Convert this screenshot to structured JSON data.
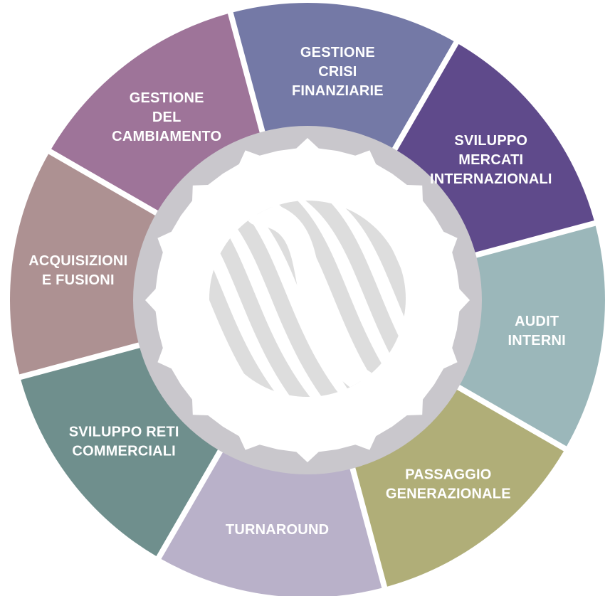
{
  "diagram": {
    "type": "service-wheel",
    "center_logo": "swirl-sphere-logo",
    "colors": {
      "text": "#ffffff",
      "gear": "#c9c7cc",
      "gear_inner": "#ffffff",
      "logo": "#dddddd",
      "separator": "#ffffff"
    },
    "segments": [
      {
        "id": "gestione-crisi-finanziarie",
        "lines": [
          "GESTIONE",
          "CRISI",
          "FINANZIARIE"
        ],
        "color": "#7479a6"
      },
      {
        "id": "sviluppo-mercati-internazionali",
        "lines": [
          "SVILUPPO",
          "MERCATI",
          "INTERNAZIONALI"
        ],
        "color": "#5f4a8b"
      },
      {
        "id": "audit-interni",
        "lines": [
          "AUDIT",
          "INTERNI"
        ],
        "color": "#9bb7ba"
      },
      {
        "id": "passaggio-generazionale",
        "lines": [
          "PASSAGGIO",
          "GENERAZIONALE"
        ],
        "color": "#b0ae78"
      },
      {
        "id": "turnaround",
        "lines": [
          "TURNAROUND"
        ],
        "color": "#b9b1c9"
      },
      {
        "id": "sviluppo-reti-commerciali",
        "lines": [
          "SVILUPPO RETI",
          "COMMERCIALI"
        ],
        "color": "#6f8f8d"
      },
      {
        "id": "acquisizioni-e-fusioni",
        "lines": [
          "ACQUISIZIONI",
          "E FUSIONI"
        ],
        "color": "#ad9192"
      },
      {
        "id": "gestione-del-cambiamento",
        "lines": [
          "GESTIONE",
          "DEL",
          "CAMBIAMENTO"
        ],
        "color": "#9e7499"
      }
    ]
  }
}
